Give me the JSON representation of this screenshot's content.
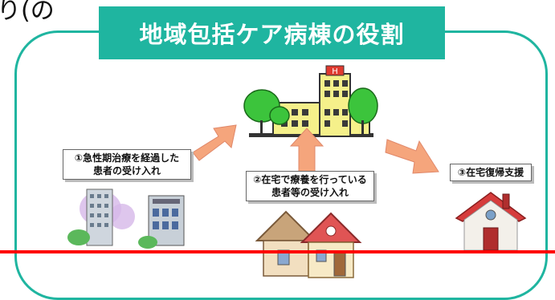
{
  "top_fragment": "り(の",
  "title": "地域包括ケア病棟の役割",
  "labels": {
    "acute": [
      "①急性期治療を経過した",
      "患者の受け入れ"
    ],
    "home_care": [
      "②在宅で療養を行っている",
      "患者等の受け入れ"
    ],
    "return_home": "③在宅復帰支援"
  },
  "colors": {
    "accent": "#1fb5a0",
    "arrow": "#f5a57c",
    "line": "#ff0000"
  },
  "icons": [
    "hospital-icon",
    "hospital-buildings-icon",
    "houses-icon",
    "house-icon",
    "arrow-icon"
  ]
}
